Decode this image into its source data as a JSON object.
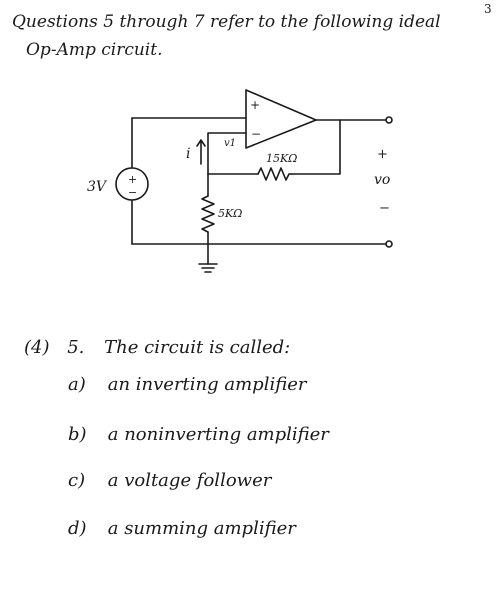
{
  "page_number": "3",
  "intro": {
    "line1": "Questions 5 through 7 refer to the following ideal",
    "line2": "Op-Amp circuit."
  },
  "circuit": {
    "source_label": "3V",
    "source_polarity_plus": "+",
    "source_polarity_minus": "−",
    "opamp_plus": "+",
    "opamp_minus": "−",
    "current_label": "i",
    "node_voltage_label": "v1",
    "feedback_resistor": "15KΩ",
    "ground_resistor": "5KΩ",
    "output_plus": "+",
    "output_minus": "−",
    "output_label": "vo"
  },
  "question": {
    "points": "(4)",
    "number": "5.",
    "text": "The circuit is called:",
    "options": [
      {
        "letter": "a)",
        "text": "an inverting amplifier"
      },
      {
        "letter": "b)",
        "text": "a noninverting amplifier"
      },
      {
        "letter": "c)",
        "text": "a voltage follower"
      },
      {
        "letter": "d)",
        "text": "a summing amplifier"
      }
    ]
  }
}
